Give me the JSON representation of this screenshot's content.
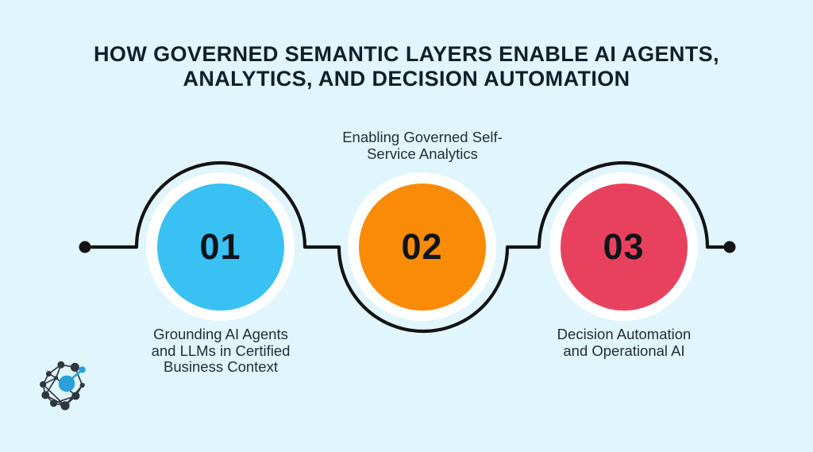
{
  "title": {
    "line1": "HOW GOVERNED SEMANTIC LAYERS ENABLE AI AGENTS,",
    "line2": "ANALYTICS, AND DECISION AUTOMATION"
  },
  "steps": [
    {
      "number": "01",
      "label": "Grounding AI Agents and LLMs in Certified Business Context",
      "label_lines": [
        "Grounding AI Agents",
        "and LLMs in Certified",
        "Business Context"
      ],
      "label_position": "below",
      "color": "#38c1f2"
    },
    {
      "number": "02",
      "label": "Enabling Governed Self-Service Analytics",
      "label_lines": [
        "Enabling Governed Self-",
        "Service Analytics"
      ],
      "label_position": "above",
      "color": "#f98b06"
    },
    {
      "number": "03",
      "label": "Decision Automation and Operational AI",
      "label_lines": [
        "Decision Automation",
        "and Operational AI"
      ],
      "label_position": "below",
      "color": "#e8415e"
    }
  ],
  "colors": {
    "background": "#e0f5fc",
    "line": "#131313",
    "title_text": "#0f2029",
    "label_text": "#222f36",
    "number_text": "#0e151a",
    "ring": "#ffffff",
    "logo_dark": "#30363c",
    "logo_blue": "#2aa0d8"
  },
  "icons": {
    "logo": "network-graph-logo"
  }
}
